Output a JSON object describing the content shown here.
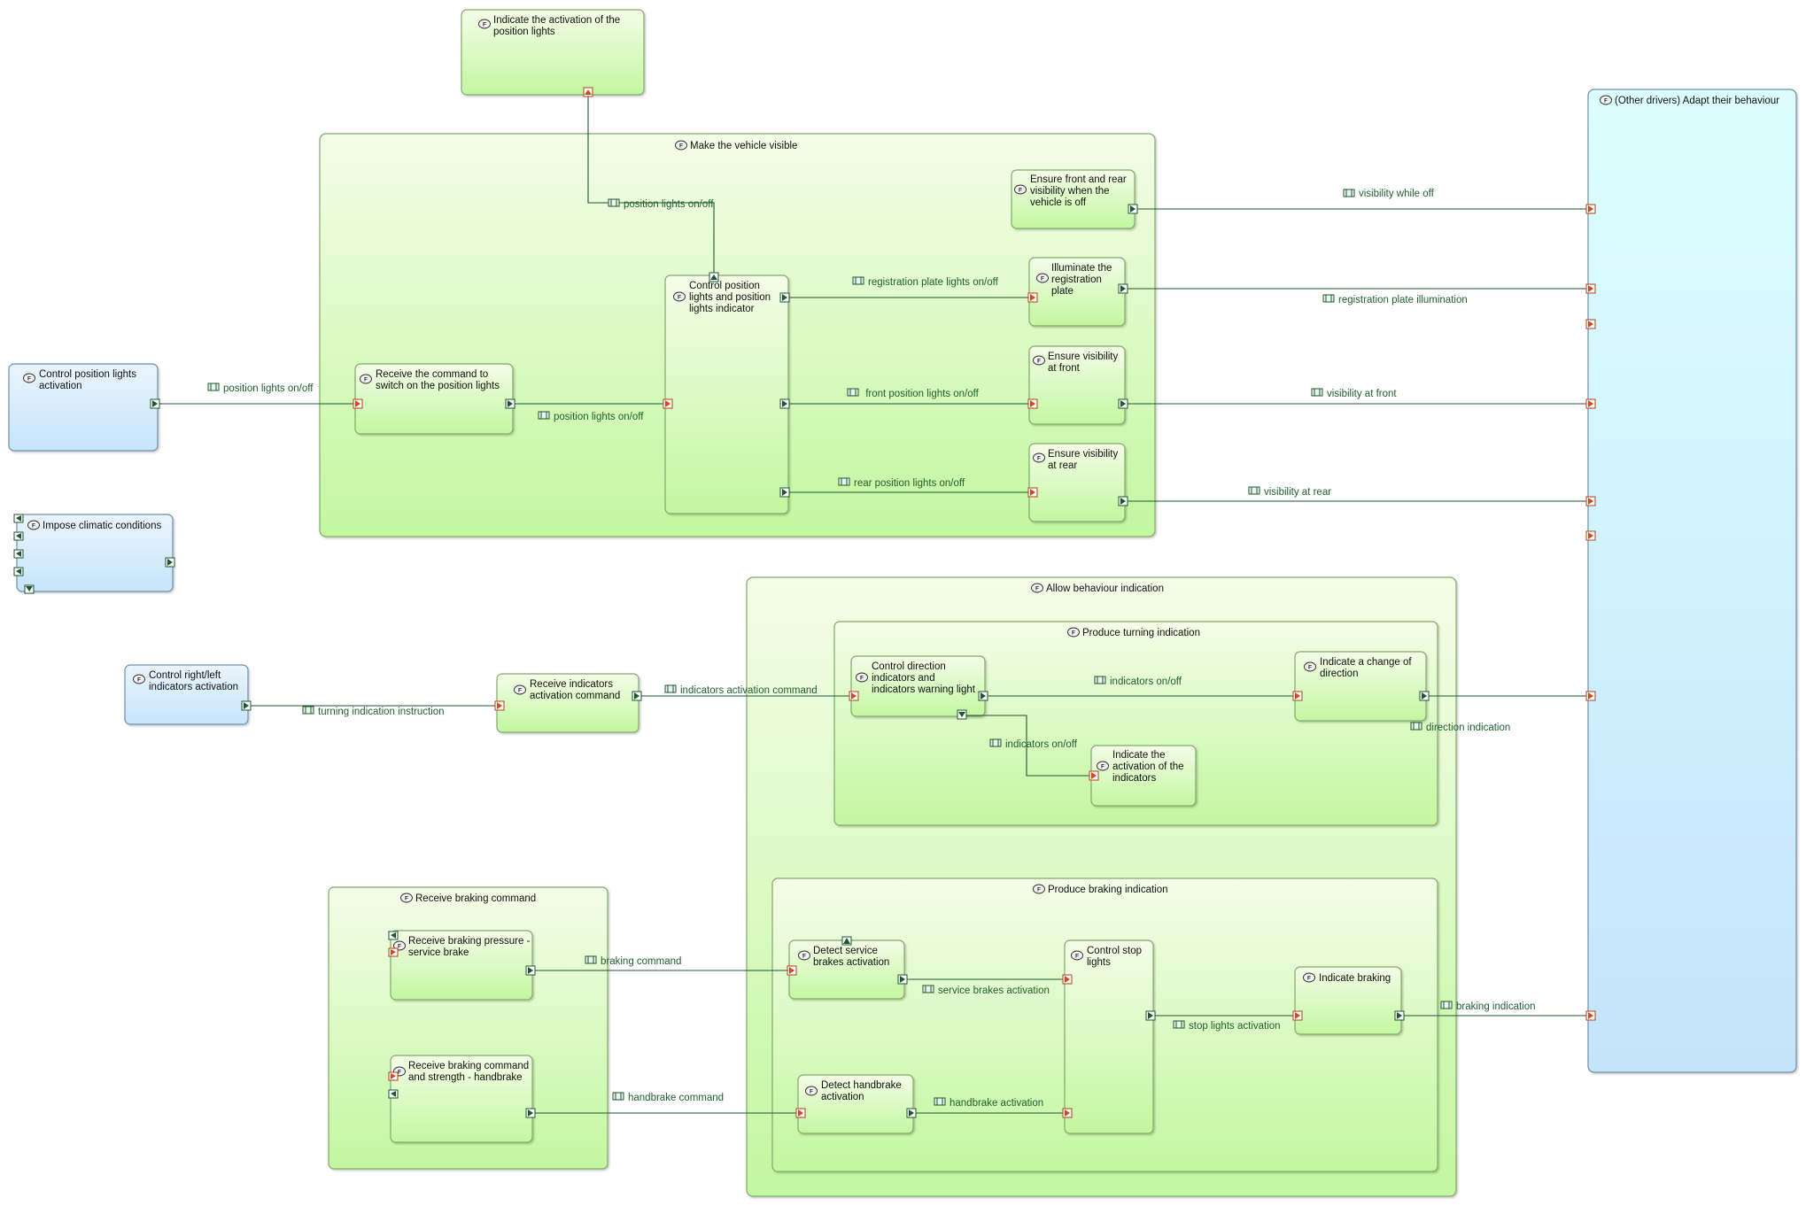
{
  "colors": {
    "green_top": "#f4fde8",
    "green_bottom": "#c3f7a0",
    "green_border": "#82a86b",
    "blue_top": "#eaf4fc",
    "blue_bottom": "#c6e5fc",
    "blue_border": "#6e8fad",
    "cyan_top": "#dcfffe",
    "cyan_bottom": "#c4e4fc",
    "exchange_line": "#1e5631",
    "exchange_label": "#1f5f2f",
    "port_in": "#d24a1a",
    "port_out": "#1e6b35"
  },
  "icons": {
    "function": "function-icon",
    "exchange": "functional-exchange-icon"
  },
  "containers": {
    "make_vehicle_visible": "Make the vehicle visible",
    "allow_behaviour_indication": "Allow behaviour indication",
    "produce_turning_indication": "Produce turning indication",
    "produce_braking_indication": "Produce braking indication",
    "receive_braking_command": "Receive braking command"
  },
  "functions": {
    "indicate_position_lights": [
      "Indicate the activation of the",
      "position lights"
    ],
    "other_drivers": [
      "(Other drivers) Adapt their behaviour"
    ],
    "ensure_front_rear_off": [
      "Ensure front and rear",
      "visibility when the",
      "vehicle is off"
    ],
    "control_position_lights": [
      "Control position",
      "lights and position",
      "lights indicator"
    ],
    "illuminate_plate": [
      "Illuminate the",
      "registration",
      "plate"
    ],
    "ensure_front": [
      "Ensure visibility",
      "at front"
    ],
    "ensure_rear": [
      "Ensure visibility",
      "at rear"
    ],
    "receive_command_switch": [
      "Receive the command to",
      "switch on the position lights"
    ],
    "control_position_lights_activation": [
      "Control position lights",
      "activation"
    ],
    "impose_climatic": [
      "Impose climatic conditions"
    ],
    "control_right_left": [
      "Control right/left",
      "indicators activation"
    ],
    "receive_indicators": [
      "Receive indicators",
      "activation command"
    ],
    "control_direction": [
      "Control direction",
      "indicators and",
      "indicators warning light"
    ],
    "indicate_change_direction": [
      "Indicate a change of",
      "direction"
    ],
    "indicate_activation_indicators": [
      "Indicate the",
      "activation of the",
      "indicators"
    ],
    "receive_braking_pressure": [
      "Receive braking pressure -",
      "service brake"
    ],
    "receive_braking_handbrake": [
      "Receive braking command",
      "and strength - handbrake"
    ],
    "detect_service_brakes": [
      "Detect service",
      "brakes activation"
    ],
    "detect_handbrake": [
      "Detect handbrake",
      "activation"
    ],
    "control_stop_lights": [
      "Control stop",
      "lights"
    ],
    "indicate_braking": [
      "Indicate braking"
    ]
  },
  "exchanges": {
    "position_lights_top": "position lights on/off",
    "visibility_while_off": "visibility while off",
    "registration_plate_lights": "registration plate lights on/off",
    "registration_plate_illumination": "registration plate illumination",
    "position_lights_left": "position lights on/off",
    "position_lights_mid": "position lights on/off",
    "front_position_lights": " front position lights on/off",
    "visibility_at_front": "visibility at front",
    "rear_position_lights": "rear position lights on/off",
    "visibility_at_rear": "visibility at rear",
    "turning_indication_instruction": "turning indication instruction",
    "indicators_activation_command": "indicators activation command",
    "indicators_on_off_1": "indicators on/off",
    "indicators_on_off_2": "indicators on/off",
    "direction_indication": "direction indication",
    "braking_command": "braking command",
    "handbrake_command": "handbrake command",
    "service_brakes_activation": "service brakes activation",
    "handbrake_activation": "handbrake activation",
    "stop_lights_activation": "stop lights activation",
    "braking_indication": "braking indication"
  }
}
